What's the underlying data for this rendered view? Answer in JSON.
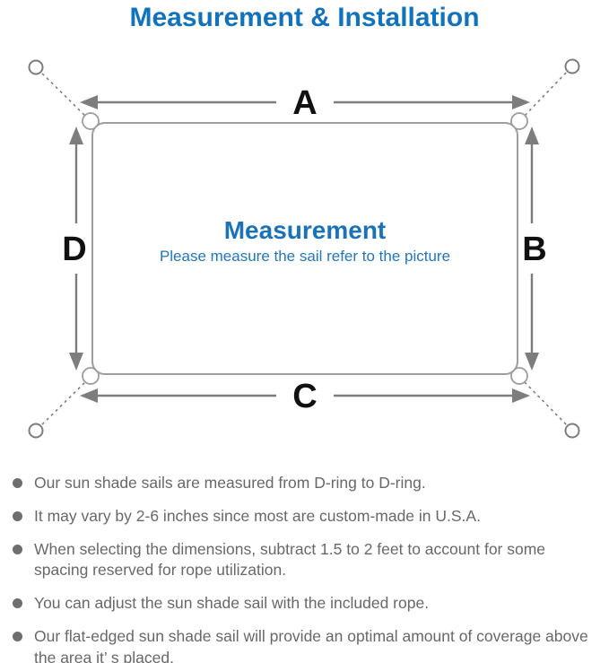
{
  "title": "Measurement & Installation",
  "diagram": {
    "label_top": "A",
    "label_right": "B",
    "label_bottom": "C",
    "label_left": "D",
    "center_title": "Measurement",
    "center_subtitle": "Please measure the sail refer to the picture"
  },
  "colors": {
    "title_blue": "#1273bd",
    "center_title_blue": "#1a72b8",
    "center_subtitle_blue": "#2277bd",
    "arrow_gray": "#7d7d7d",
    "sail_outline_gray": "#9d9d9d",
    "dimension_label_black": "#111111",
    "bullet_text_gray": "#686868"
  },
  "bullets": [
    "Our sun shade sails are measured from D-ring to D-ring.",
    "It may vary by 2-6 inches since most are custom-made in U.S.A.",
    "When selecting the dimensions, subtract 1.5 to 2 feet to account for some spacing reserved for rope utilization.",
    "You can adjust the sun shade sail with the included rope.",
    "Our flat-edged sun shade sail will provide an optimal amount of coverage above the area it’ s placed."
  ]
}
